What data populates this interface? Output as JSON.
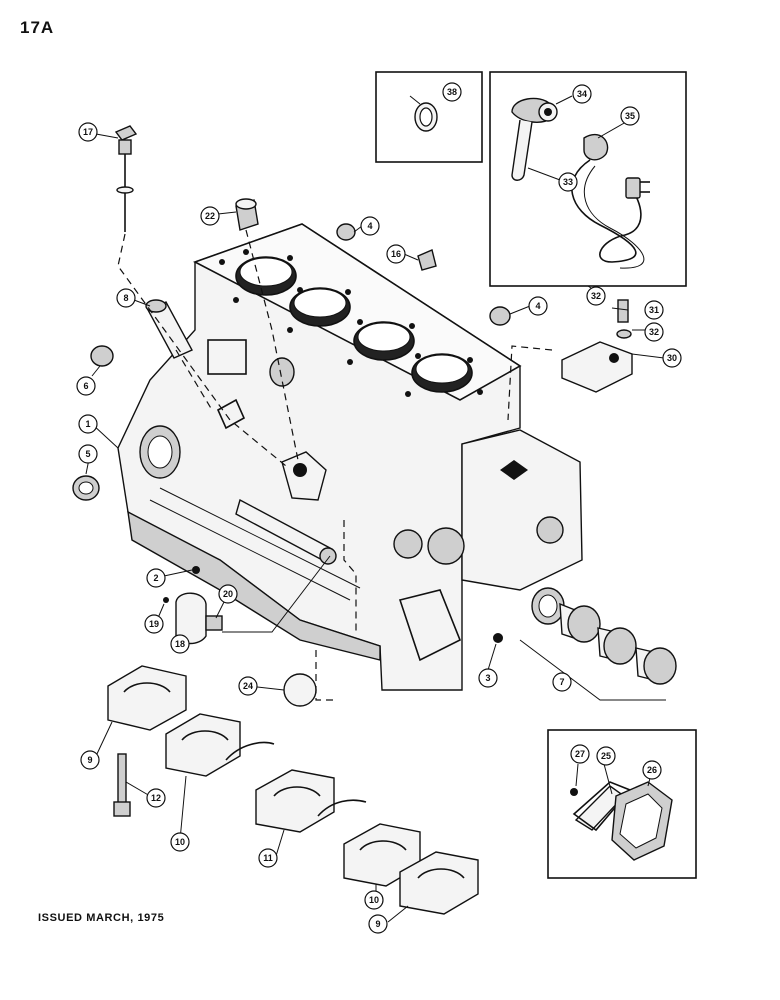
{
  "header": {
    "page_number": "17A"
  },
  "footer": {
    "issued": "ISSUED MARCH, 1975"
  },
  "callouts": {
    "c1": "1",
    "c2": "2",
    "c3": "3",
    "c4a": "4",
    "c4b": "4",
    "c5": "5",
    "c6": "6",
    "c7": "7",
    "c8": "8",
    "c9a": "9",
    "c9b": "9",
    "c10a": "10",
    "c10b": "10",
    "c11": "11",
    "c12": "12",
    "c16": "16",
    "c17": "17",
    "c18": "18",
    "c19": "19",
    "c20": "20",
    "c22": "22",
    "c24": "24",
    "c25": "25",
    "c26": "26",
    "c27": "27",
    "c30": "30",
    "c31": "31",
    "c32a": "32",
    "c32b": "32",
    "c33": "33",
    "c34": "34",
    "c35": "35",
    "c38": "38"
  }
}
